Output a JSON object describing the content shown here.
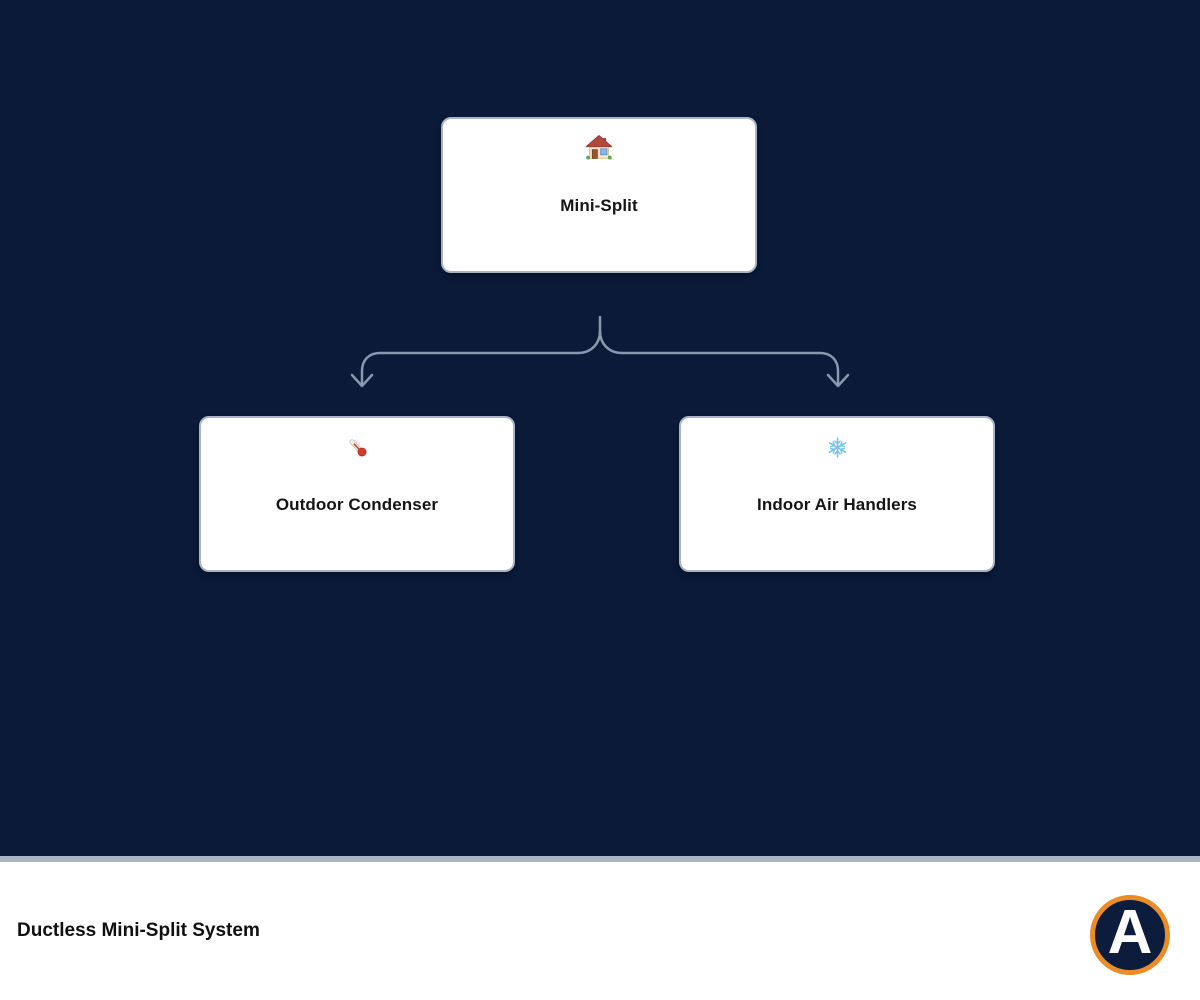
{
  "canvas": {
    "background": "#0a1a38",
    "connector_color": "#8a97ad",
    "node_border_color": "#a9b4c9"
  },
  "diagram": {
    "root": {
      "label": "Mini-Split",
      "icon": "house-icon"
    },
    "children": [
      {
        "label": "Outdoor Condenser",
        "icon": "thermometer-icon"
      },
      {
        "label": "Indoor Air Handlers",
        "icon": "snowflake-icon"
      }
    ]
  },
  "footer": {
    "title": "Ductless Mini-Split System",
    "logo_letter": "A",
    "logo_ring_color": "#ec8c28"
  }
}
